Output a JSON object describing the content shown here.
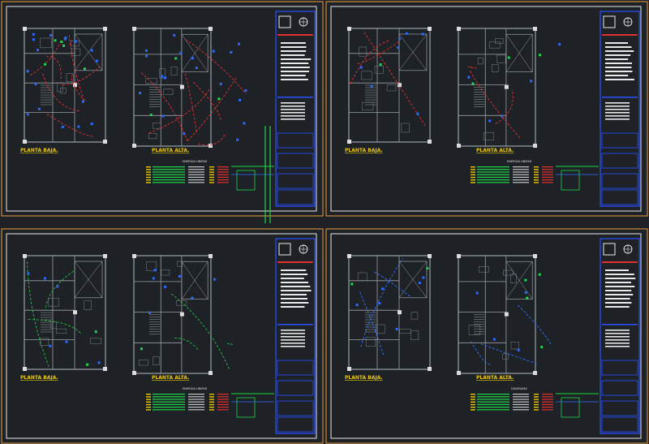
{
  "drawing": {
    "sheets": [
      {
        "id": "sheet-1",
        "plan_labels": [
          "PLANTA BAJA.",
          "PLANTA ALTA."
        ],
        "legend_title": "ENERGIA UNIFAR",
        "wiring_color": "#e03030"
      },
      {
        "id": "sheet-2",
        "plan_labels": [
          "PLANTA BAJA.",
          "PLANTA ALTA."
        ],
        "legend_title": "ENERGIA UNIFAR",
        "wiring_color": "#e03030"
      },
      {
        "id": "sheet-3",
        "plan_labels": [
          "PLANTA BAJA.",
          "PLANTA ALTA."
        ],
        "legend_title": "ENERGIA UNIFAR",
        "wiring_color": "#20c040"
      },
      {
        "id": "sheet-4",
        "plan_labels": [
          "PLANTA BAJA.",
          "PLANTA ALTA."
        ],
        "legend_title": "DIAGRAMA",
        "wiring_color": "#3070ff"
      }
    ],
    "colors": {
      "background": "#1e2227",
      "sheet_border": "#c98a3a",
      "frame": "#e8e8e8",
      "walls": "#9aa0a6",
      "label": "#e8c800",
      "titleblock": "#2a52ff",
      "symbol_blue": "#2a6bff",
      "symbol_green": "#1ed64a",
      "symbol_yellow": "#e8c800"
    }
  }
}
